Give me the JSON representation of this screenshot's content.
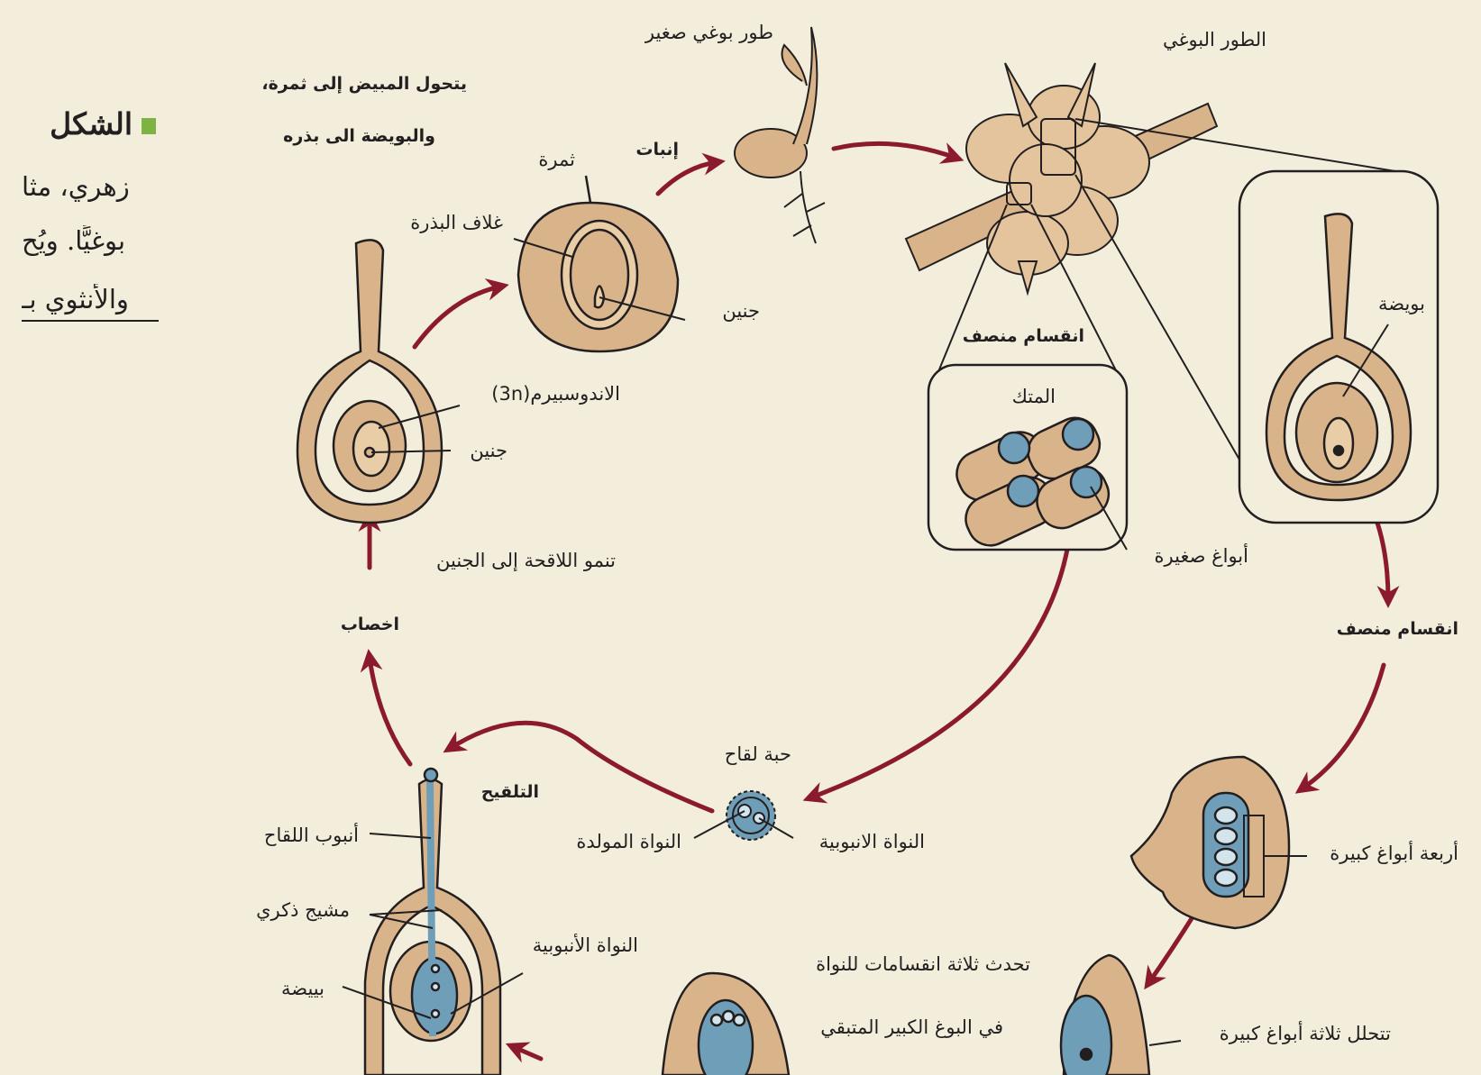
{
  "sidebar": {
    "title": "الشكل",
    "line1": "زهري، مثا",
    "line2": "بوغيًّا. ويُح",
    "line3": "والأنثوي بـ"
  },
  "labels": {
    "sporophyte": "الطور البوغي",
    "young_sporophyte": "طور بوغي صغير",
    "ovary_to_fruit_1": "يتحول المبيض إلى ثمرة،",
    "ovary_to_fruit_2": "والبويضة الى بذره",
    "germination": "إنبات",
    "fruit": "ثمرة",
    "seed_coat": "غلاف البذرة",
    "embryo_seed": "جنين",
    "endosperm": "الاندوسبيرم(3n)",
    "embryo_ovule": "جنين",
    "meiosis_anther": "انقسام منصف",
    "anther": "المتك",
    "microspores": "أبواغ صغيرة",
    "ovule": "بويضة",
    "meiosis_ovule": "انقسام منصف",
    "zygote_grows": "تنمو اللاقحة إلى الجنين",
    "fertilization": "اخصاب",
    "pollen_grain": "حبة لقاح",
    "tube_nucleus": "النواة الانبوبية",
    "generative_nucleus": "النواة المولدة",
    "pollination": "التلقيح",
    "pollen_tube": "أنبوب اللقاح",
    "male_gametophyte": "مشيج ذكري",
    "tube_nucleus_2": "النواة الأنبوبية",
    "egg": "بييضة",
    "four_megaspores": "أربعة أبواغ كبيرة",
    "three_divisions_1": "تحدث ثلاثة انقسامات للنواة",
    "three_divisions_2": "في البوغ الكبير المتبقي",
    "three_megaspores_degenerate": "تتحلل ثلاثة أبواغ كبيرة"
  },
  "colors": {
    "background": "#f3eedc",
    "tissue": "#d9b48a",
    "tissue_light": "#e8cda6",
    "outline": "#231f20",
    "arrow": "#8b1a2f",
    "spore_blue": "#6f9fb8",
    "accent_green": "#7cb342"
  }
}
